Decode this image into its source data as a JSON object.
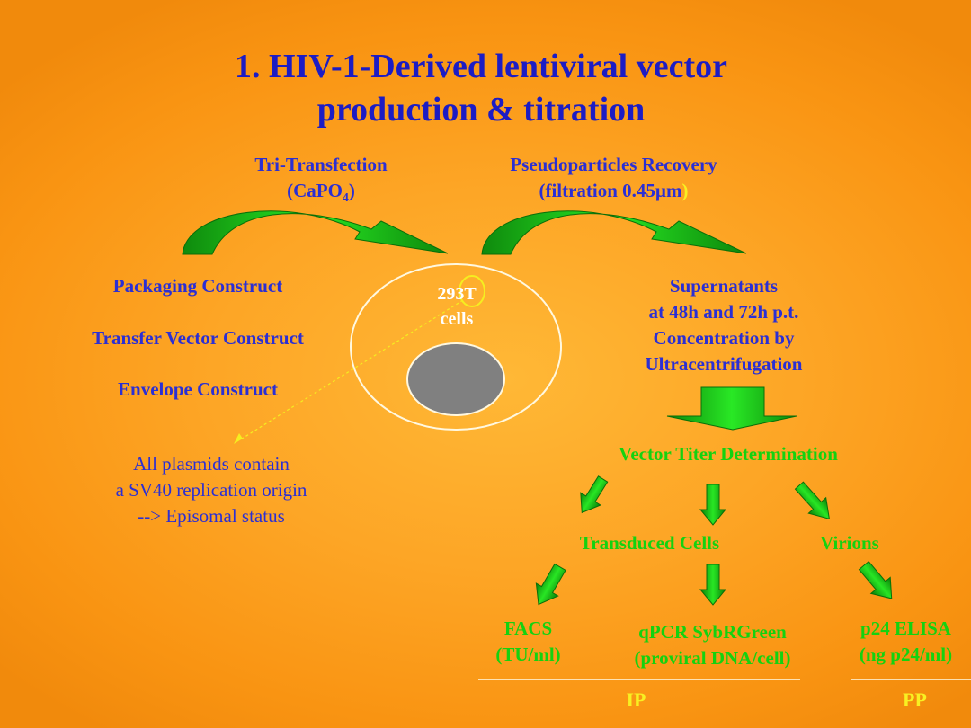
{
  "title": {
    "line1": "1. HIV-1-Derived lentiviral vector",
    "line2": "production & titration"
  },
  "step1": {
    "line1": "Tri-Transfection",
    "line2_prefix": "(CaPO",
    "line2_sub": "4",
    "line2_suffix": ")"
  },
  "step2": {
    "line1": "Pseudoparticles Recovery",
    "line2_main": "(filtration 0.45µm",
    "line2_close": ")"
  },
  "constructs": {
    "packaging": "Packaging Construct",
    "transfer": "Transfer Vector Construct",
    "envelope": "Envelope Construct"
  },
  "cell": {
    "line1": "293T",
    "line2": "cells"
  },
  "plasmid_note": {
    "line1": "All plasmids contain",
    "line2": "a SV40 replication origin",
    "line3": "--> Episomal status"
  },
  "supernatants": {
    "line1": "Supernatants",
    "line2": "at 48h and 72h p.t.",
    "line3": "Concentration by",
    "line4": "Ultracentrifugation"
  },
  "titer": "Vector Titer Determination",
  "transduced_cells": "Transduced Cells",
  "virions": "Virions",
  "facs": {
    "line1": "FACS",
    "line2": "(TU/ml)"
  },
  "qpcr": {
    "line1": "qPCR SybRGreen",
    "line2": "(proviral DNA/cell)"
  },
  "elisa": {
    "line1": "p24 ELISA",
    "line2": "(ng p24/ml)"
  },
  "group_ip": "IP",
  "group_pp": "PP",
  "colors": {
    "background": "#fda525",
    "title_blue": "#1c1cc4",
    "label_blue": "#2b2fd4",
    "label_green": "#14d210",
    "label_yellow": "#f8f022",
    "arrow_green_dark": "#007a00",
    "arrow_green_light": "#22e51e",
    "nucleus_gray": "#808080"
  }
}
